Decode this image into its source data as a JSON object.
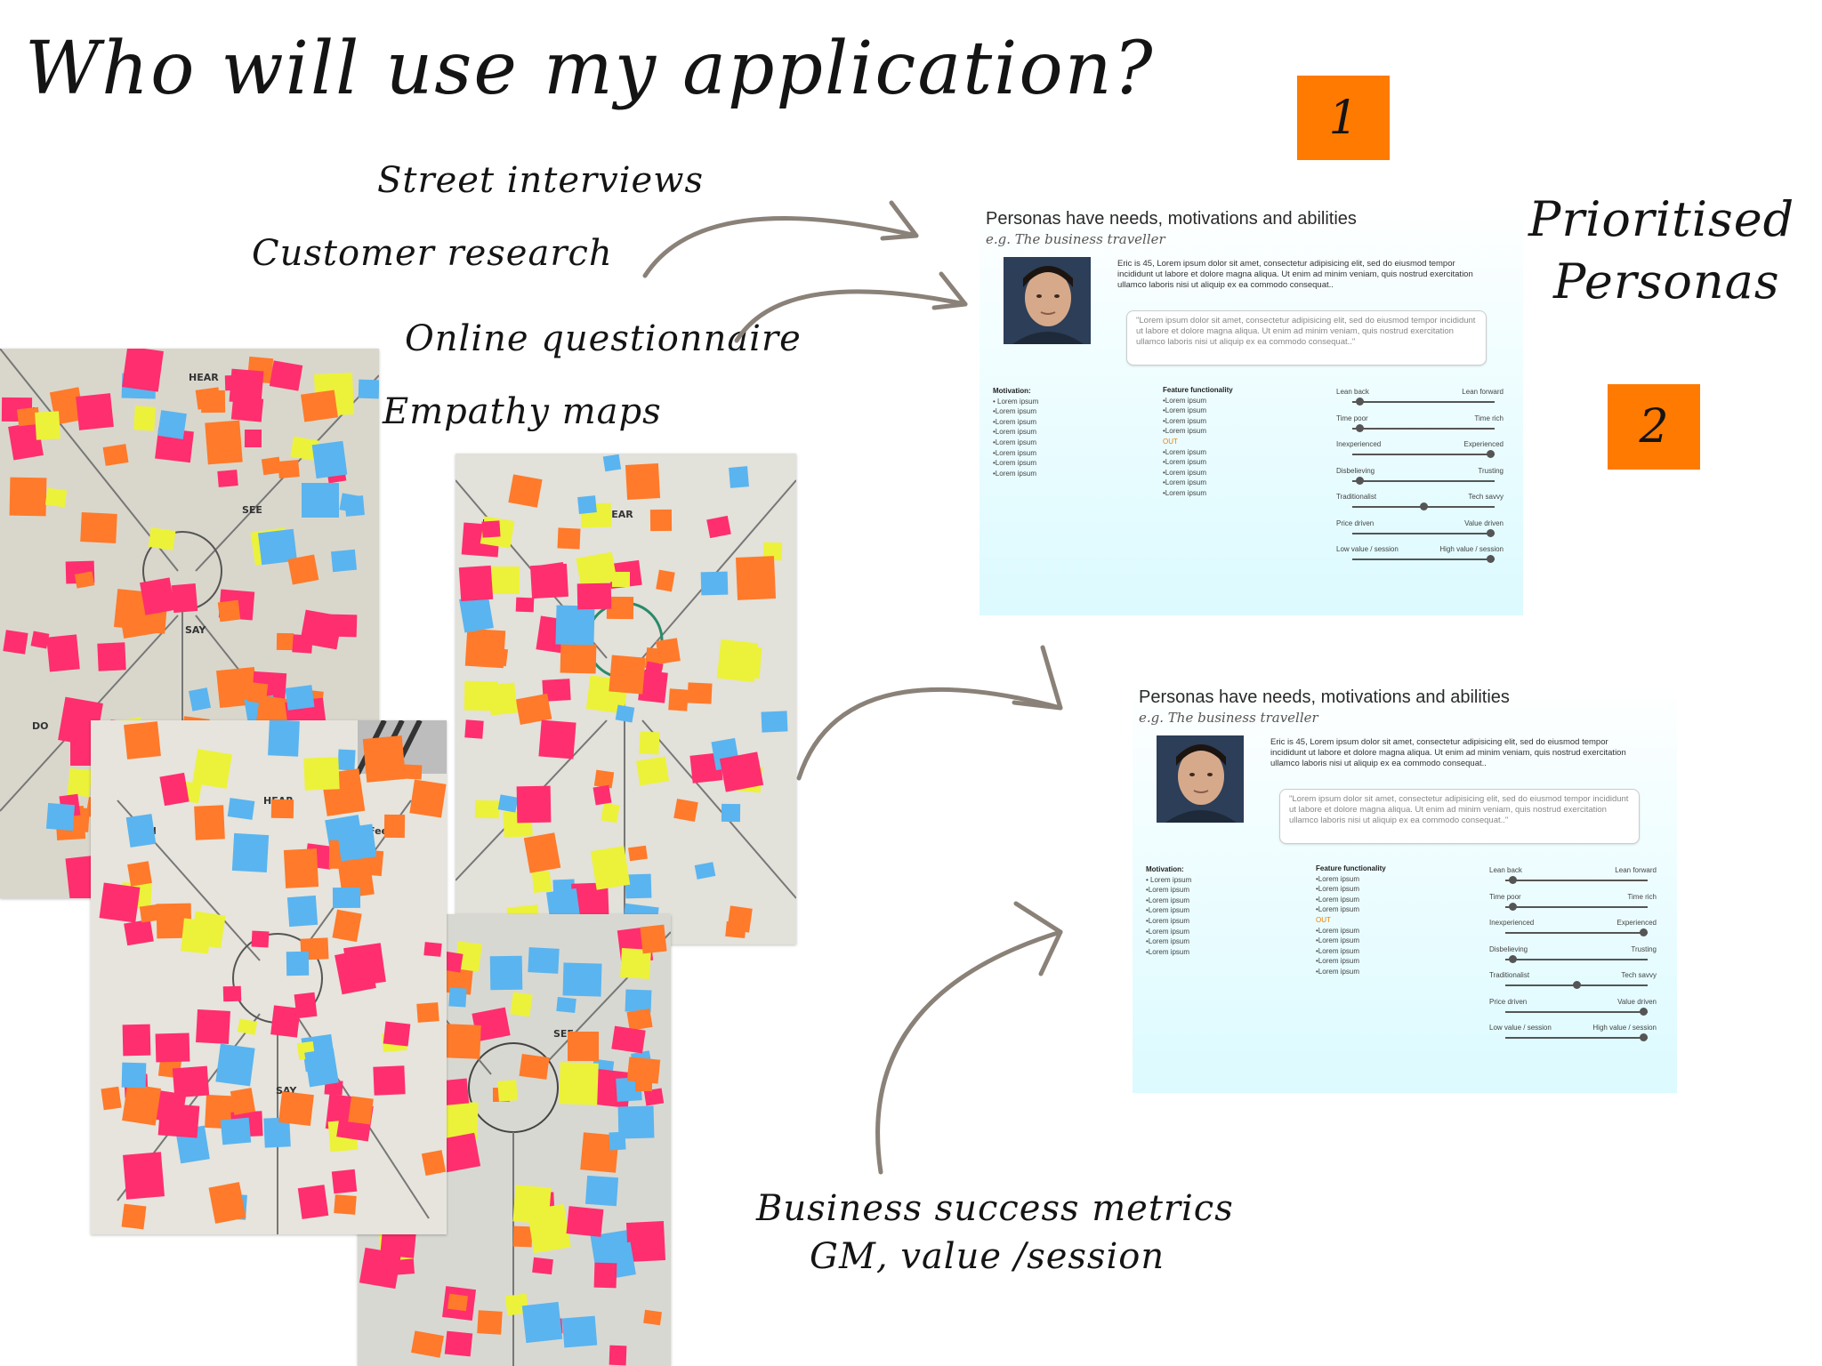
{
  "page": {
    "title": "Who will use my application?",
    "labels": {
      "street": "Street interviews",
      "customer": "Customer research",
      "online": "Online questionnaire",
      "empathy": "Empathy maps",
      "prioritised_1": "Prioritised",
      "prioritised_2": "Personas",
      "metrics_1": "Business success metrics",
      "metrics_2": "GM, value /session"
    },
    "badges": {
      "one": "1",
      "two": "2"
    }
  },
  "empathy_maps": {
    "words": {
      "hear": "HEAR",
      "feel": "Feel",
      "see": "SEE",
      "say": "SAY",
      "do": "DO"
    }
  },
  "persona": {
    "title": "Personas have needs, motivations and abilities",
    "subtitle": "e.g. The business traveller",
    "bio": "Eric is 45, Lorem ipsum dolor sit amet, consectetur adipisicing elit, sed do eiusmod tempor incididunt ut labore et dolore magna aliqua. Ut enim ad minim veniam, quis nostrud exercitation ullamco laboris nisi ut aliquip ex ea commodo consequat..",
    "quote": "\"Lorem ipsum dolor sit amet, consectetur adipisicing elit, sed do eiusmod tempor incididunt ut labore et dolore magna aliqua. Ut enim ad minim veniam, quis nostrud exercitation ullamco laboris nisi ut aliquip ex ea commodo consequat..\"",
    "motivation_heading": "Motivation:",
    "motivation_items": [
      "• Lorem ipsum",
      "•Lorem ipsum",
      "•Lorem ipsum",
      "•Lorem ipsum",
      "•Lorem ipsum",
      "•Lorem ipsum",
      "•Lorem ipsum",
      "•Lorem ipsum"
    ],
    "feature_heading": "Feature functionality",
    "feature_in": [
      "•Lorem ipsum",
      "•Lorem ipsum",
      "•Lorem ipsum",
      "•Lorem ipsum"
    ],
    "feature_out_label": "OUT",
    "feature_out": [
      "•Lorem ipsum",
      "•Lorem ipsum",
      "•Lorem ipsum",
      "•Lorem ipsum",
      "•Lorem ipsum"
    ],
    "sliders": [
      {
        "left": "Lean back",
        "right": "Lean forward",
        "value": 0.05
      },
      {
        "left": "Time poor",
        "right": "Time rich",
        "value": 0.05
      },
      {
        "left": "Inexperienced",
        "right": "Experienced",
        "value": 0.97
      },
      {
        "left": "Disbelieving",
        "right": "Trusting",
        "value": 0.05
      },
      {
        "left": "Traditionalist",
        "right": "Tech savvy",
        "value": 0.5
      },
      {
        "left": "Price driven",
        "right": "Value driven",
        "value": 0.97
      },
      {
        "left": "Low value / session",
        "right": "High value / session",
        "value": 0.97
      }
    ]
  },
  "colors": {
    "badge": "#ff7a00",
    "arrow": "#8a8178",
    "note_pink": "#ff2e6e",
    "note_orange": "#ff7a2a",
    "note_yellow": "#ecf23a",
    "note_blue": "#5ab4ef"
  }
}
